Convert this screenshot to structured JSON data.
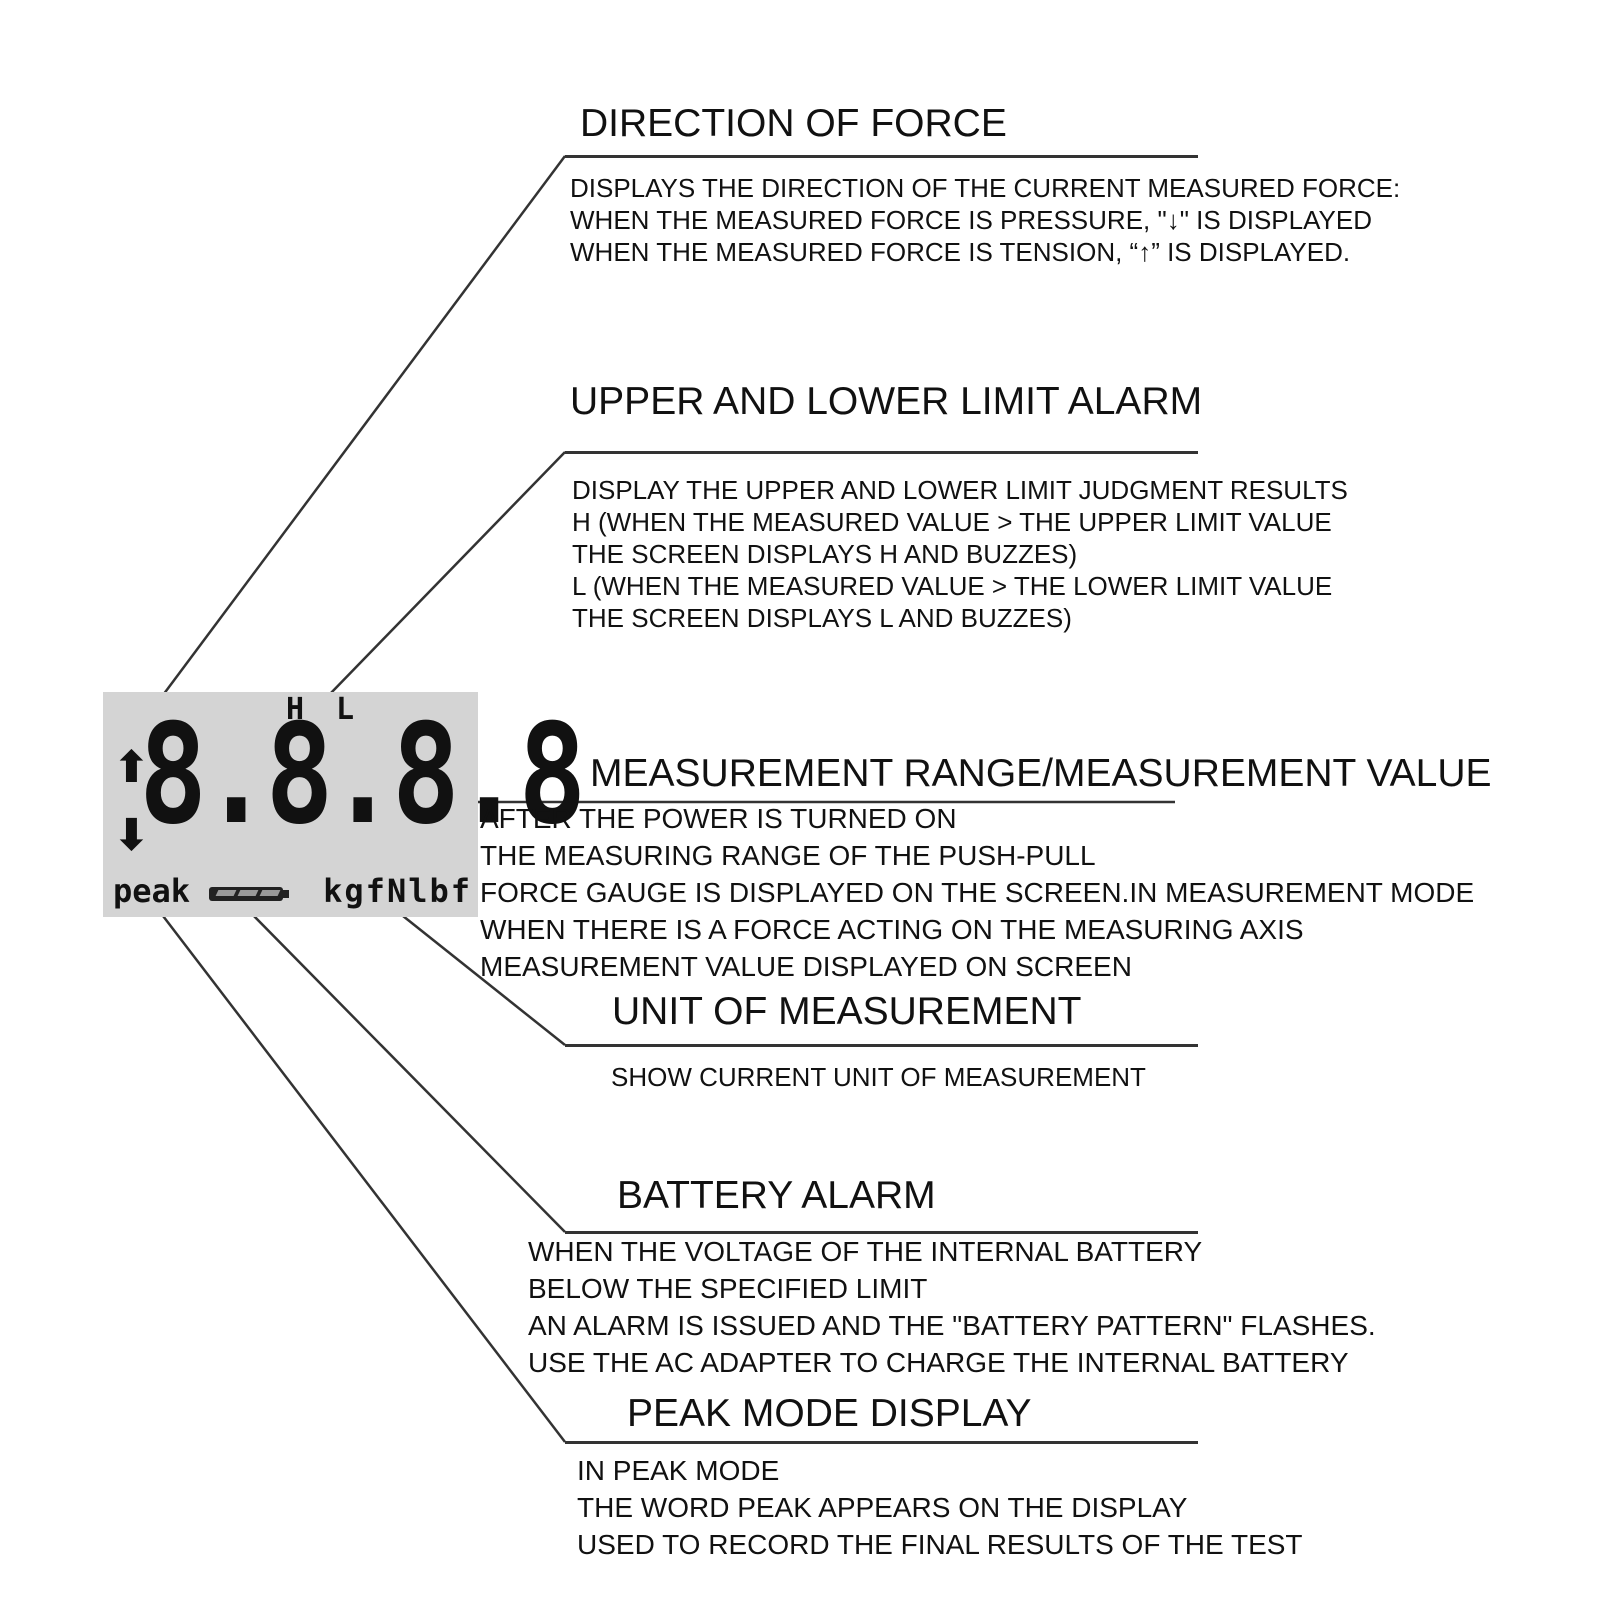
{
  "lcd": {
    "h_label": "H",
    "l_label": "L",
    "up_arrow": "⬆",
    "down_arrow": "⬇",
    "digits": "8.8.8.8",
    "peak_label": "peak",
    "units_label": "kgfNlbf"
  },
  "sections": [
    {
      "title": "DIRECTION OF FORCE",
      "lines": [
        "DISPLAYS THE DIRECTION OF THE CURRENT MEASURED FORCE:",
        "WHEN THE MEASURED FORCE IS PRESSURE, \"↓\" IS DISPLAYED",
        "WHEN THE MEASURED FORCE IS TENSION, “↑” IS DISPLAYED."
      ]
    },
    {
      "title": "UPPER AND LOWER LIMIT ALARM",
      "lines": [
        "DISPLAY THE UPPER AND LOWER LIMIT JUDGMENT RESULTS",
        "H (WHEN THE MEASURED VALUE > THE UPPER LIMIT VALUE",
        "THE SCREEN DISPLAYS H AND BUZZES)",
        "L (WHEN THE MEASURED VALUE > THE LOWER LIMIT VALUE",
        "THE SCREEN DISPLAYS L AND BUZZES)"
      ]
    },
    {
      "title": "MEASUREMENT RANGE/MEASUREMENT VALUE",
      "lines": [
        "AFTER THE POWER IS TURNED ON",
        "THE MEASURING RANGE OF THE PUSH-PULL",
        "FORCE GAUGE IS DISPLAYED ON THE SCREEN.IN MEASUREMENT MODE",
        "WHEN THERE IS A FORCE ACTING ON THE MEASURING AXIS",
        "MEASUREMENT VALUE DISPLAYED ON SCREEN"
      ]
    },
    {
      "title": "UNIT OF MEASUREMENT",
      "lines": [
        "SHOW CURRENT UNIT OF MEASUREMENT"
      ]
    },
    {
      "title": "BATTERY ALARM",
      "lines": [
        "WHEN THE VOLTAGE OF THE INTERNAL BATTERY",
        "BELOW THE SPECIFIED LIMIT",
        "AN ALARM IS ISSUED AND THE \"BATTERY PATTERN\" FLASHES.",
        "USE THE AC ADAPTER TO CHARGE THE INTERNAL BATTERY"
      ]
    },
    {
      "title": "PEAK MODE DISPLAY",
      "lines": [
        "IN PEAK MODE",
        "THE WORD PEAK APPEARS ON THE DISPLAY",
        "USED TO RECORD THE FINAL RESULTS OF THE TEST"
      ]
    }
  ]
}
